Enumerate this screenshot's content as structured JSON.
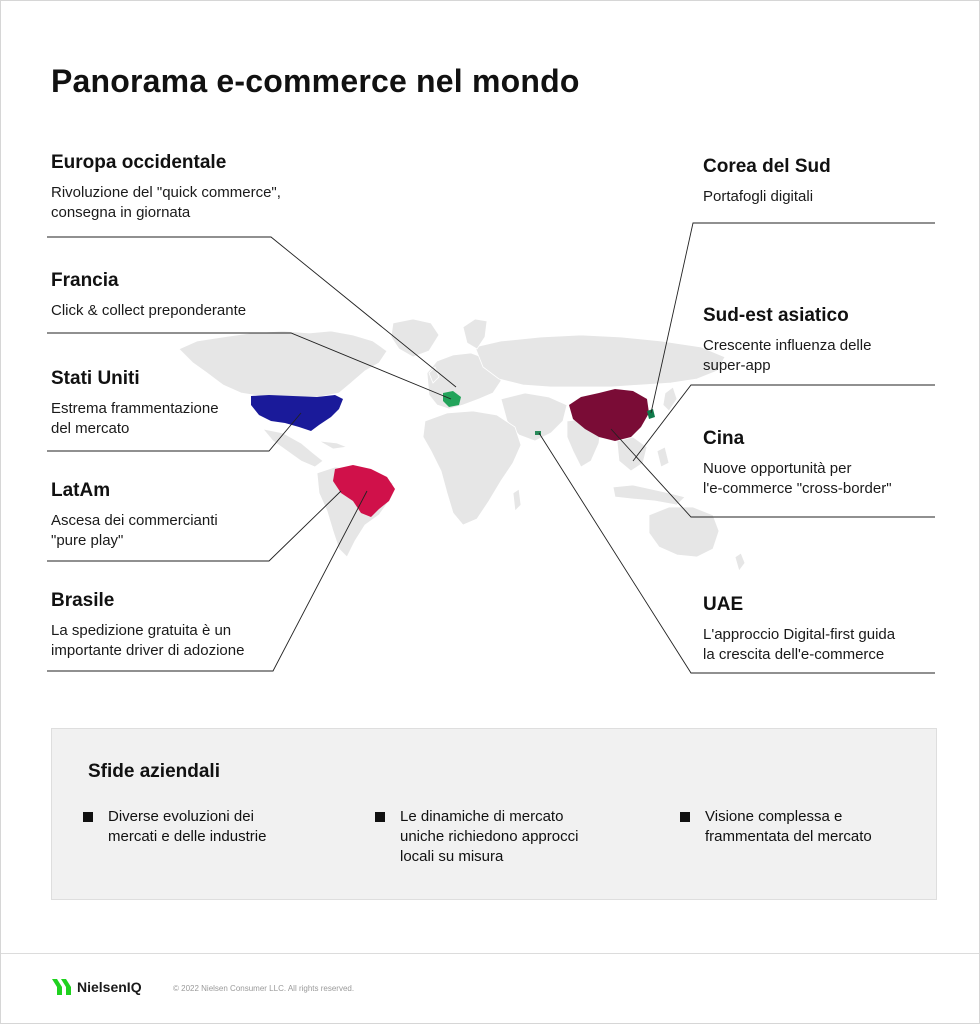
{
  "page_title": "Panorama e-commerce nel mondo",
  "regions": {
    "europa": {
      "name": "Europa occidentale",
      "desc_line1": "Rivoluzione del \"quick commerce\",",
      "desc_line2": "consegna in giornata"
    },
    "francia": {
      "name": "Francia",
      "desc_line1": "Click & collect preponderante",
      "desc_line2": ""
    },
    "usa": {
      "name": "Stati Uniti",
      "desc_line1": "Estrema frammentazione",
      "desc_line2": "del mercato"
    },
    "latam": {
      "name": "LatAm",
      "desc_line1": "Ascesa dei commercianti",
      "desc_line2": "\"pure play\""
    },
    "brasile": {
      "name": "Brasile",
      "desc_line1": "La spedizione gratuita è un",
      "desc_line2": "importante driver di adozione"
    },
    "corea": {
      "name": "Corea del Sud",
      "desc_line1": "Portafogli digitali",
      "desc_line2": ""
    },
    "sea": {
      "name": "Sud-est asiatico",
      "desc_line1": "Crescente influenza delle",
      "desc_line2": "super-app"
    },
    "cina": {
      "name": "Cina",
      "desc_line1": "Nuove opportunità per",
      "desc_line2": "l'e-commerce \"cross-border\""
    },
    "uae": {
      "name": "UAE",
      "desc_line1": "L'approccio Digital-first guida",
      "desc_line2": "la crescita dell'e-commerce"
    }
  },
  "challenges": {
    "title": "Sfide aziendali",
    "items": [
      {
        "line1": "Diverse evoluzioni dei",
        "line2": "mercati e delle industrie",
        "line3": ""
      },
      {
        "line1": "Le dinamiche di mercato",
        "line2": "uniche richiedono approcci",
        "line3": "locali su misura"
      },
      {
        "line1": "Visione complessa e",
        "line2": "frammentata del mercato",
        "line3": ""
      }
    ]
  },
  "footer": {
    "brand": "NielsenIQ",
    "copyright": "© 2022 Nielsen Consumer LLC. All rights reserved."
  },
  "colors": {
    "usa": "#1a1a9a",
    "brazil": "#d0114a",
    "china": "#7a0c36",
    "france": "#22a35a",
    "korea": "#0f7a4a",
    "land": "#e5e5e5",
    "logo_green": "#1fd11f"
  }
}
